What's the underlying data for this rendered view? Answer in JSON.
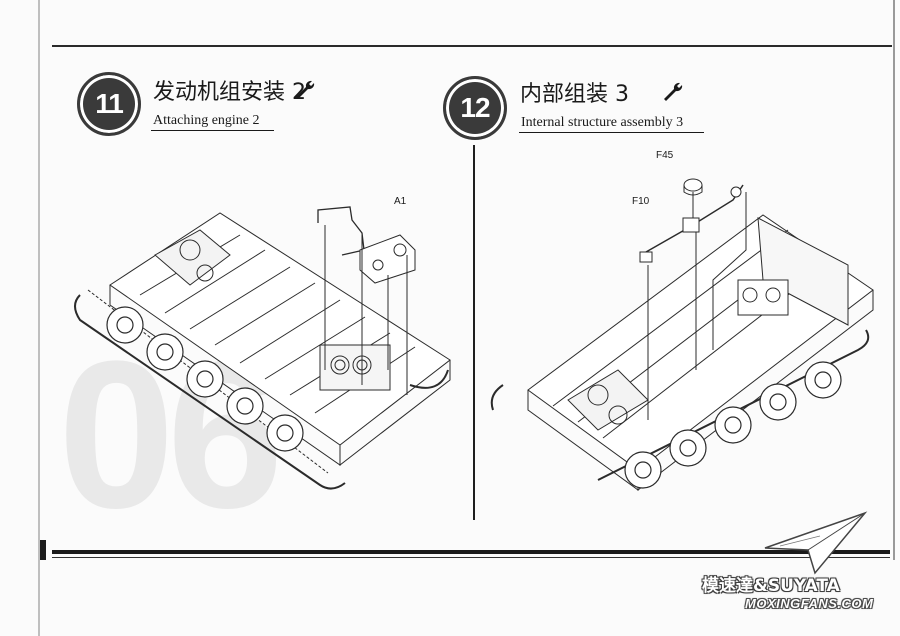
{
  "steps": [
    {
      "number": "11",
      "title_cn": "发动机组安装 2",
      "title_en": "Attaching engine 2",
      "icon": "wrench-icon",
      "parts": [
        "A1"
      ]
    },
    {
      "number": "12",
      "title_cn": "内部组装 3",
      "title_en": "Internal structure assembly 3",
      "icon": "wrench-icon",
      "parts": [
        "F45",
        "F10"
      ]
    }
  ],
  "page_number": "06",
  "watermark": {
    "brand_cn": "模速達&SUYATA",
    "url": "MOXINGFANS.COM"
  },
  "colors": {
    "ink": "#1a1a1a",
    "badge": "#3a3a3a",
    "watermark_gray": "#e9e9e9"
  }
}
